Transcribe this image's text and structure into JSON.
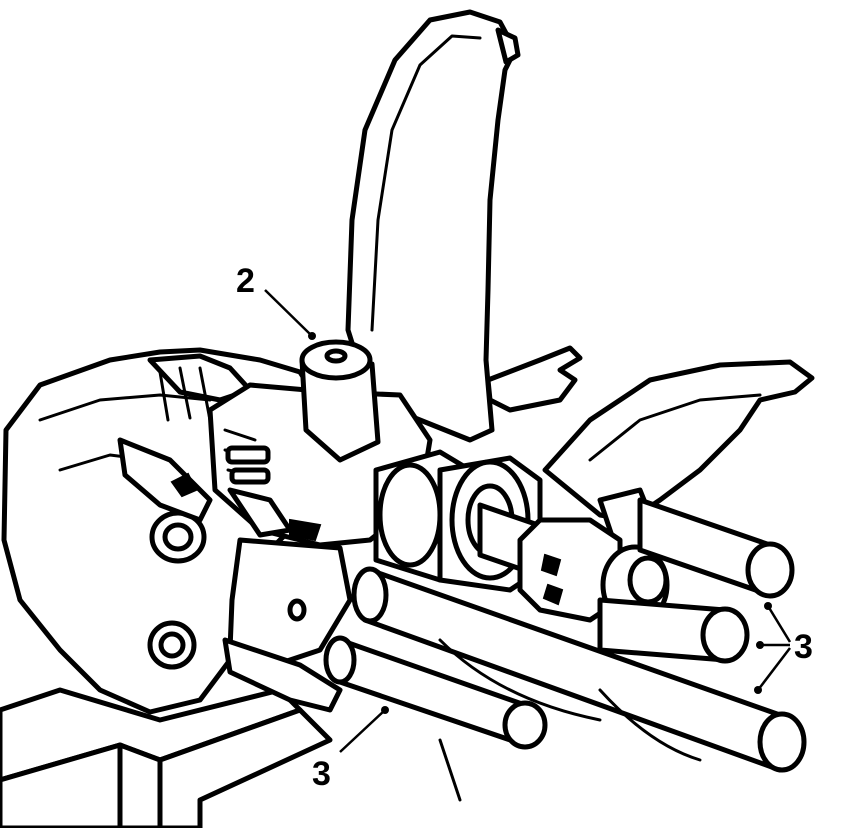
{
  "diagram": {
    "callouts": [
      {
        "id": "c2",
        "label": "2",
        "part": "shaft"
      },
      {
        "id": "c3a",
        "label": "3",
        "part": "selector-rod"
      },
      {
        "id": "c3b",
        "label": "3",
        "part": "selector-rods"
      }
    ],
    "colors": {
      "ink": "#000000",
      "paper": "#ffffff"
    }
  }
}
